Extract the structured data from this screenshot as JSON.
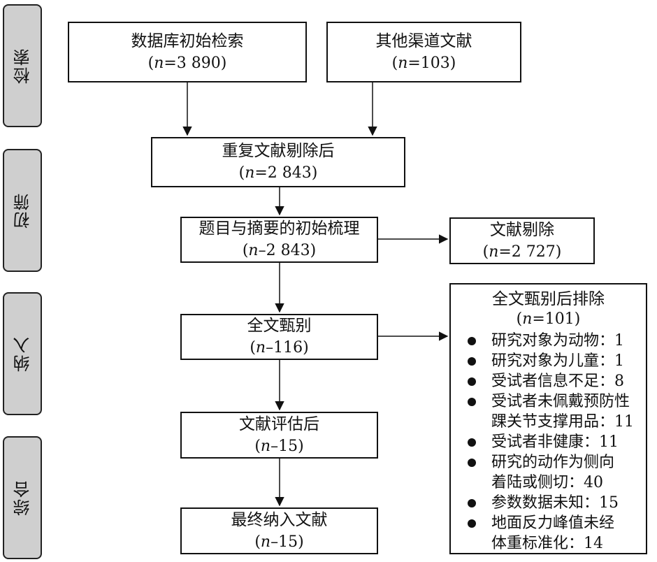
{
  "sidebar": {
    "retrieval": "检索",
    "screening": "初筛",
    "inclusion": "纳入",
    "synthesis": "综合"
  },
  "boxes": {
    "db_search": {
      "title": "数据库初始检索",
      "n_label": "n",
      "n_rest": "=3 890)"
    },
    "other_sources": {
      "title": "其他渠道文献",
      "n_label": "n",
      "n_rest": "=103)"
    },
    "dedup": {
      "title": "重复文献剔除后",
      "n_label": "n",
      "n_rest": "=2 843)"
    },
    "title_abstract": {
      "title": "题目与摘要的初始梳理",
      "n_label": "n",
      "n_rest": "–2 843)"
    },
    "removed": {
      "title": "文献剔除",
      "n_label": "n",
      "n_rest": "=2 727)"
    },
    "fulltext": {
      "title": "全文甄别",
      "n_label": "n",
      "n_rest": "–116)"
    },
    "assessed": {
      "title": "文献评估后",
      "n_label": "n",
      "n_rest": "–15)"
    },
    "final": {
      "title": "最终纳入文献",
      "n_label": "n",
      "n_rest": "–15)"
    }
  },
  "exclusion": {
    "title": "全文甄别后排除",
    "n_label": "n",
    "n_rest": "=101)",
    "items": [
      [
        "研究对象为动物：1"
      ],
      [
        "研究对象为儿童：1"
      ],
      [
        "受试者信息不足：8"
      ],
      [
        "受试者未佩戴预防性",
        "踝关节支撑用品：11"
      ],
      [
        "受试者非健康：11"
      ],
      [
        "研究的动作为侧向",
        "着陆或侧切：40"
      ],
      [
        "参数数据未知：15"
      ],
      [
        "地面反力峰值未经",
        "体重标准化：14"
      ]
    ]
  }
}
